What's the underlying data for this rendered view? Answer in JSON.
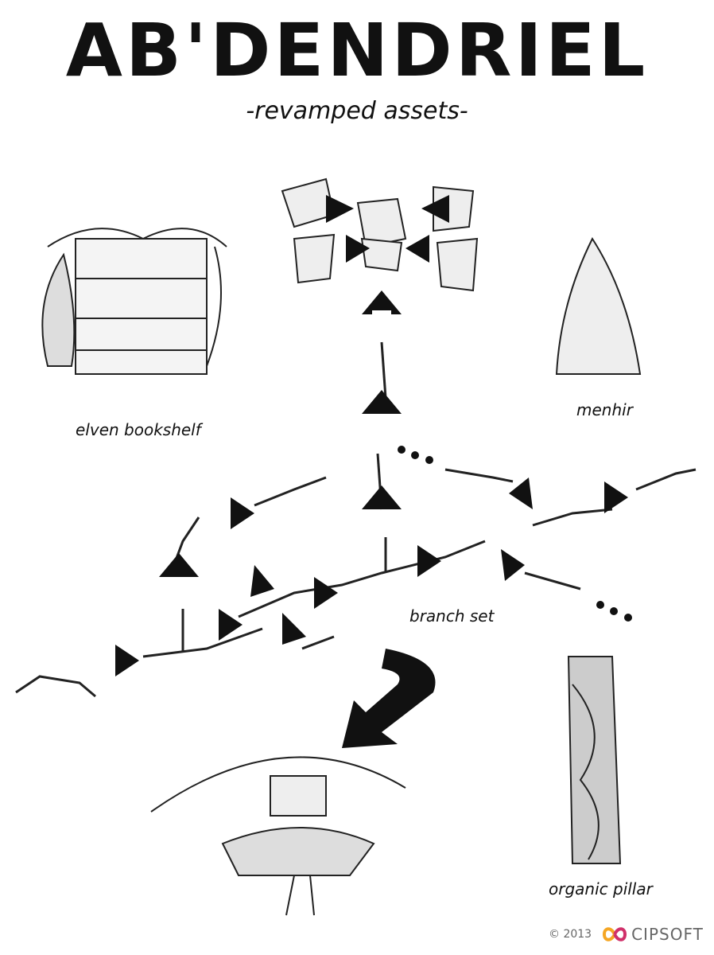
{
  "title": "AB'DENDRIEL",
  "subtitle": "-revamped assets-",
  "labels": {
    "bookshelf": "elven bookshelf",
    "menhir": "menhir",
    "branch_set": "branch set",
    "pillar": "organic pillar"
  },
  "footer": {
    "copyright": "© 2013",
    "brand": "CIPSOFT",
    "brand_colors": [
      "#f5a623",
      "#d0306a"
    ]
  }
}
